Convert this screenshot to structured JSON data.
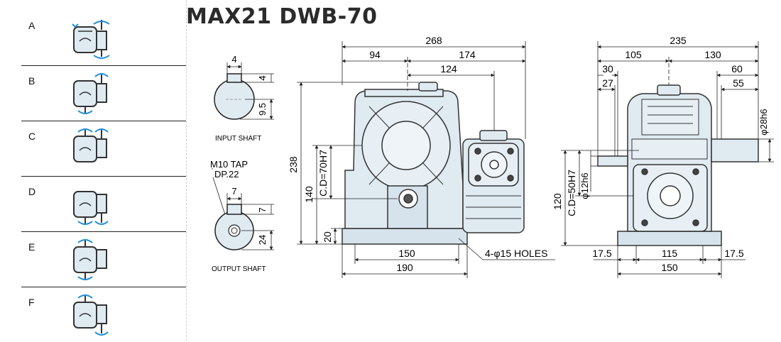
{
  "title": "MAX21 DWB-70",
  "mounting_options": [
    {
      "letter": "A"
    },
    {
      "letter": "B"
    },
    {
      "letter": "C"
    },
    {
      "letter": "D"
    },
    {
      "letter": "E"
    },
    {
      "letter": "F"
    }
  ],
  "input_shaft": {
    "label": "INPUT SHAFT",
    "key_width": "4",
    "key_depth": "4",
    "half_height": "9.5"
  },
  "output_shaft": {
    "label": "OUTPUT SHAFT",
    "tap": "M10 TAP",
    "depth": "DP.22",
    "key_width": "7",
    "key_depth": "7",
    "half_height": "24"
  },
  "front_view": {
    "overall_width": "268",
    "left_width": "94",
    "right_width": "174",
    "right_inner": "124",
    "height": "238",
    "center_height": "140",
    "center_distance": "C.D=70H7",
    "base_height": "20",
    "bolt_span": "150",
    "base_width": "190",
    "holes": "4-φ15 HOLES"
  },
  "side_view": {
    "overall_width": "235",
    "left_width": "105",
    "right_width": "130",
    "dim_30": "30",
    "dim_27": "27",
    "dim_60": "60",
    "dim_55": "55",
    "output_dia": "φ28h6",
    "center_height": "120",
    "center_distance": "C.D=50H7",
    "input_dia": "φ12h6",
    "margin_left": "17.5",
    "bolt_span": "115",
    "margin_right": "17.5",
    "base_width": "150"
  }
}
